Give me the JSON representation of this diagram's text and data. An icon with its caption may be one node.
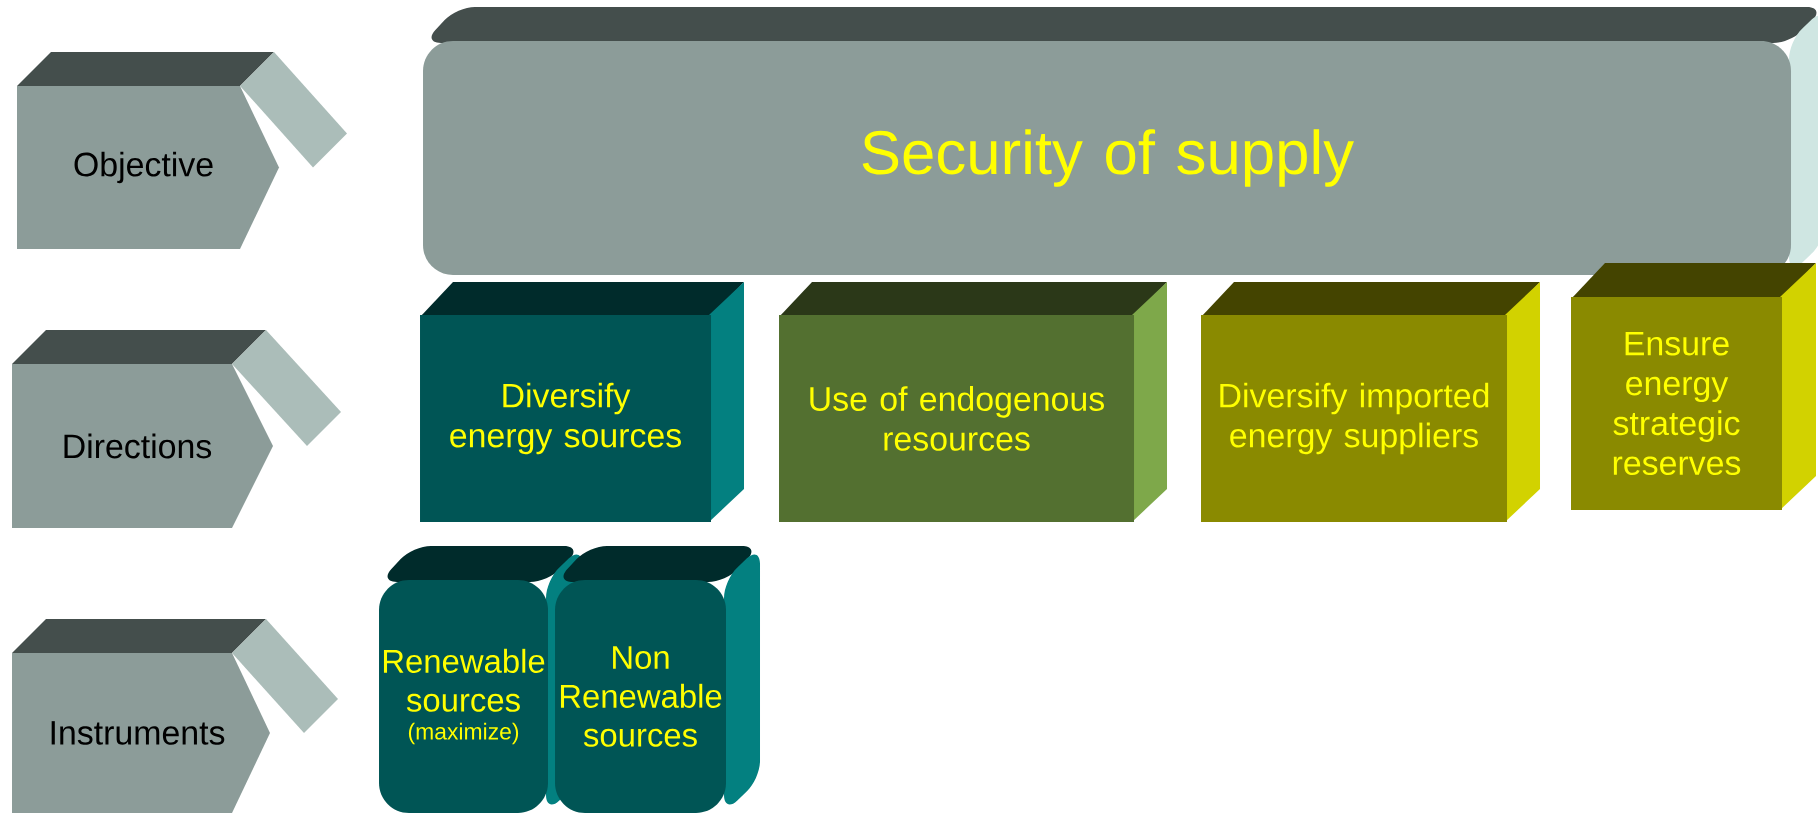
{
  "diagram": {
    "nodes": [
      {
        "text": [
          "Objective"
        ]
      },
      {
        "text": [
          "Security of supply"
        ]
      },
      {
        "text": [
          "Directions"
        ]
      },
      {
        "text": [
          "Diversify energy sources"
        ]
      },
      {
        "text": [
          "Use of endogenous resources"
        ]
      },
      {
        "text": [
          "Diversify imported energy suppliers"
        ]
      },
      {
        "text": [
          "Ensure energy strategic reserves"
        ]
      },
      {
        "text": [
          "Instruments"
        ]
      },
      {
        "text": [
          "Renewable sources",
          "(maximize)"
        ]
      },
      {
        "text": [
          "Non Renewable sources"
        ]
      }
    ]
  }
}
